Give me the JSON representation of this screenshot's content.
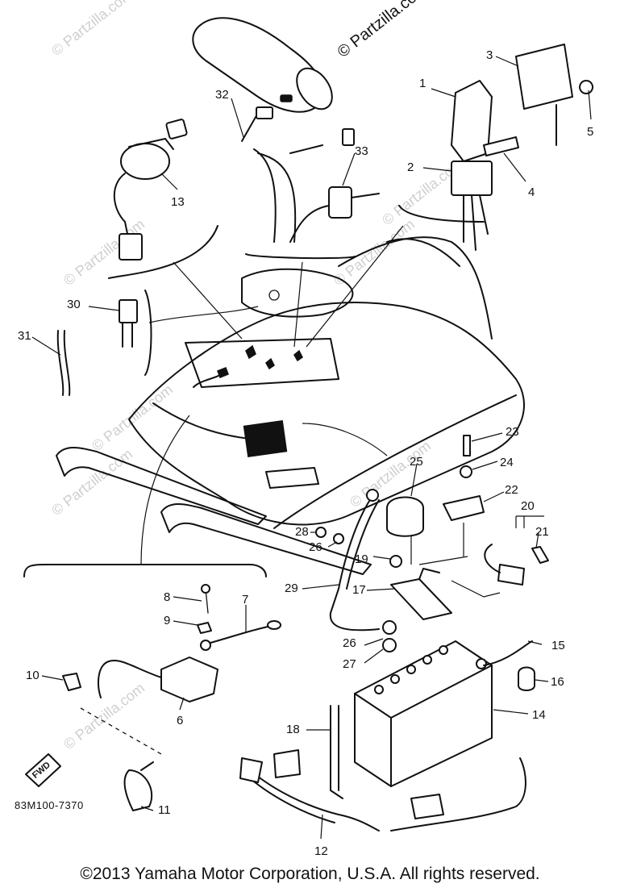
{
  "watermark_main": "© Partzilla.com",
  "watermarks": [
    "© Partzilla.com",
    "© Partzilla.com",
    "© Partzilla.com",
    "© Partzilla.com",
    "© Partzilla.com",
    "© Partzilla.com",
    "© Partzilla.com",
    "© Partzilla.com",
    "© Partzilla.com"
  ],
  "fwd_label": "FWD",
  "part_code": "83M100-7370",
  "copyright": "©2013  Yamaha Motor Corporation, U.S.A. All rights reserved.",
  "callouts": [
    "1",
    "2",
    "3",
    "4",
    "5",
    "6",
    "7",
    "8",
    "9",
    "10",
    "11",
    "12",
    "13",
    "14",
    "15",
    "16",
    "17",
    "18",
    "19",
    "20",
    "21",
    "22",
    "23",
    "24",
    "25",
    "26",
    "26",
    "27",
    "28",
    "29",
    "30",
    "31",
    "32",
    "33"
  ]
}
